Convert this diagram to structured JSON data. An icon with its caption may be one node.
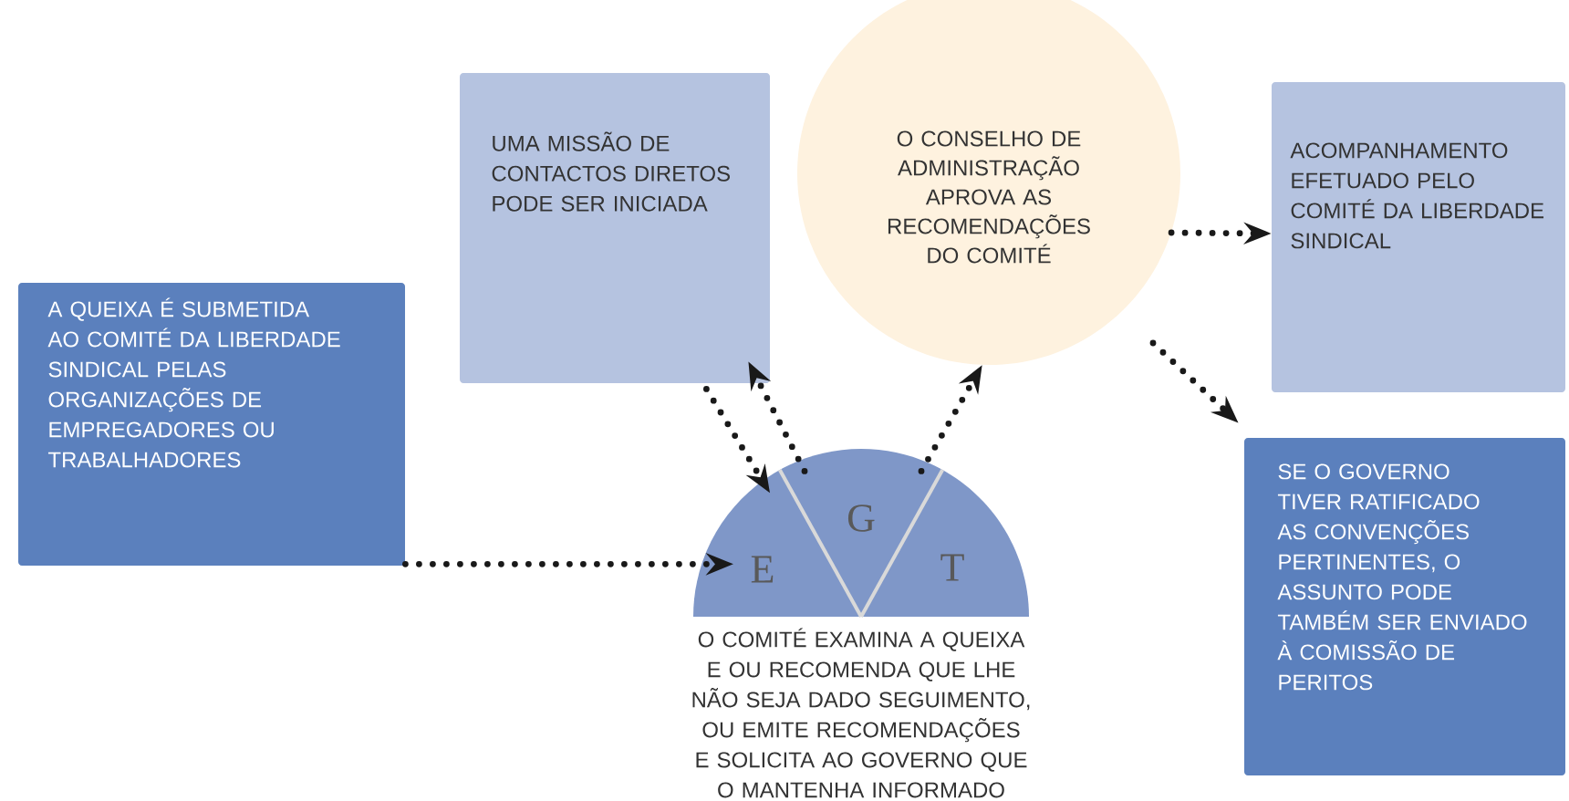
{
  "diagram": {
    "nodes": [
      {
        "text": [
          "A QUEIXA É SUBMETIDA AO COMITÉ DA LIBERDADE SINDICAL PELAS ORGANIZAÇÕES DE EMPREGADORES OU TRABALHADORES"
        ]
      },
      {
        "text": [
          "UMA MISSÃO DE CONTACTOS DIRETOS PODE SER INICIADA"
        ]
      },
      {
        "text": [
          "O CONSELHO DE ADMINISTRAÇÃO APROVA AS RECOMENDAÇÕES DO COMITÉ"
        ]
      },
      {
        "text": [
          "ACOMPANHAMENTO EFETUADO PELO COMITÉ DA LIBERDADE SINDICAL"
        ]
      },
      {
        "text": [
          "SE O GOVERNO TIVER RATIFICADO AS CONVENÇÕES PERTINENTES, O ASSUNTO PODE TAMBÉM SER ENVIADO À COMISSÃO DE PERITOS"
        ]
      },
      {
        "text": [
          "E",
          "G",
          "T"
        ],
        "beside": [
          "O COMITÉ EXAMINA A QUEIXA E OU RECOMENDA QUE LHE NÃO SEJA DADO SEGUIMENTO, OU EMITE RECOMENDAÇÕES E SOLICITA AO GOVERNO QUE O MANTENHA INFORMADO"
        ]
      }
    ],
    "edges": [
      {
        "from": 0,
        "to": 5,
        "arrow": "to"
      },
      {
        "from": 1,
        "to": 5,
        "arrow": "to"
      },
      {
        "from": 5,
        "to": 1,
        "arrow": "to"
      },
      {
        "from": 5,
        "to": 2,
        "arrow": "to"
      },
      {
        "from": 2,
        "to": 3,
        "arrow": "to"
      },
      {
        "from": 2,
        "to": 4,
        "arrow": "to"
      }
    ]
  }
}
